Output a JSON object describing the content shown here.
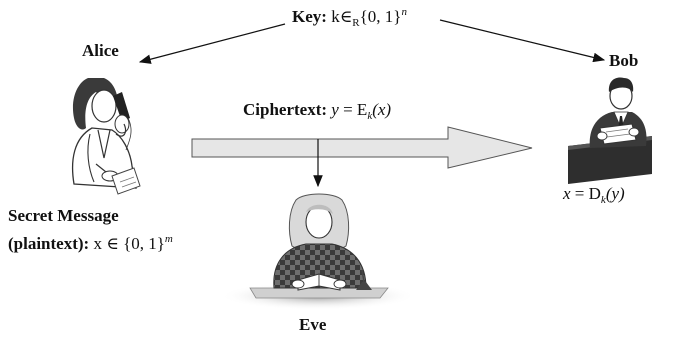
{
  "key": {
    "label": "Key:",
    "k": "k",
    "elem": "∈",
    "sub": "R",
    "set": "{0, 1}",
    "exp": "n"
  },
  "alice": {
    "name": "Alice"
  },
  "bob": {
    "name": "Bob",
    "eq_x": "x",
    "eq_sign": " = ",
    "eq_D": "D",
    "eq_k": "k",
    "eq_arg": "(y)"
  },
  "eve": {
    "name": "Eve"
  },
  "ciphertext": {
    "label": "Ciphertext:",
    "y": "y",
    "eq_sign": " = ",
    "E": "E",
    "k": "k",
    "arg": "(x)"
  },
  "secret": {
    "line1": "Secret Message",
    "line2_bold": "(plaintext):",
    "x": "x",
    "elem": "∈",
    "set": "{0, 1}",
    "exp": "m"
  },
  "colors": {
    "arrow_fill": "#e6e6e6",
    "arrow_stroke": "#555555",
    "figure_dark": "#3a3a3a",
    "figure_mid": "#8a8a8a",
    "figure_light": "#d9d9d9"
  },
  "icons": {
    "alice": "woman-on-phone-icon",
    "bob": "man-at-desk-reading-icon",
    "eve": "woman-at-desk-icon"
  }
}
